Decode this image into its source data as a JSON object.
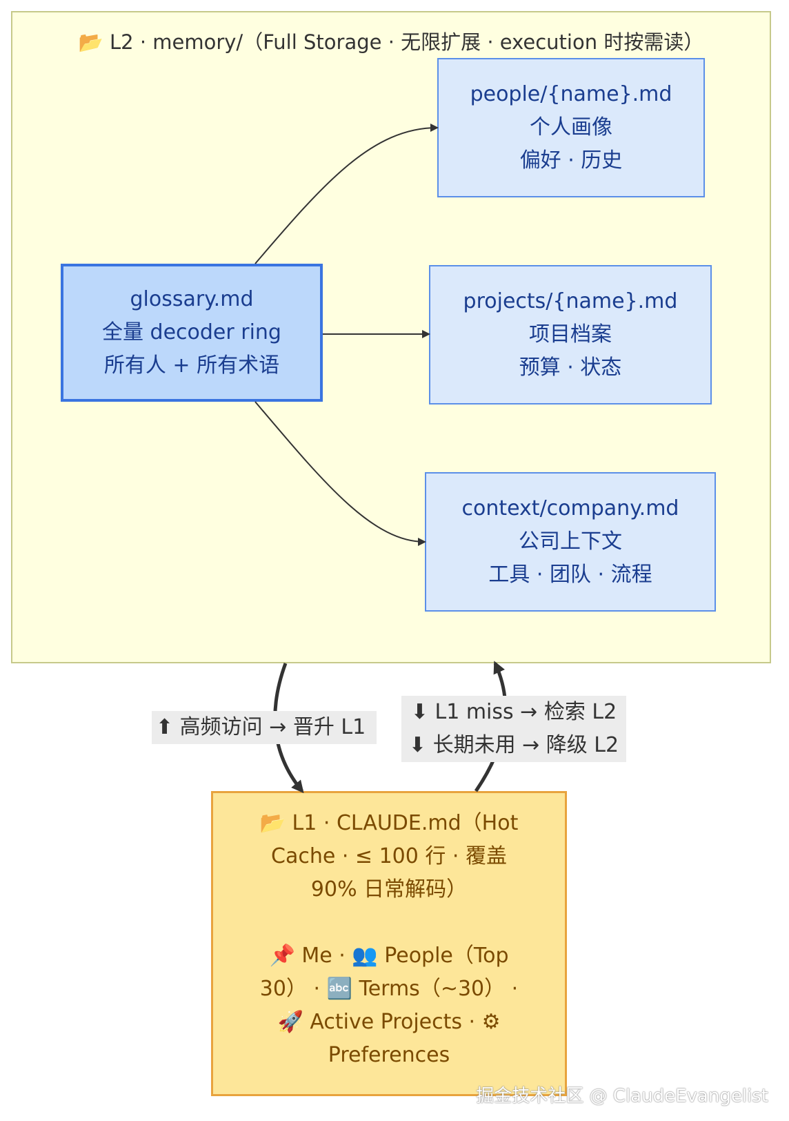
{
  "cluster": {
    "title": "📂 L2 · memory/（Full Storage · 无限扩展 · execution 时按需读）"
  },
  "nodes": {
    "glossary": {
      "line1": "glossary.md",
      "line2": "全量 decoder ring",
      "line3": "所有人 + 所有术语"
    },
    "people": {
      "line1": "people/{name}.md",
      "line2": "个人画像",
      "line3": "偏好 · 历史"
    },
    "projects": {
      "line1": "projects/{name}.md",
      "line2": "项目档案",
      "line3": "预算 · 状态"
    },
    "context": {
      "line1": "context/company.md",
      "line2": "公司上下文",
      "line3": "工具 · 团队 · 流程"
    },
    "l1": {
      "lines": [
        "📂 L1 · CLAUDE.md（Hot",
        "Cache · ≤ 100 行 · 覆盖",
        "90% 日常解码）",
        "",
        "📌 Me · 👥 People（Top",
        "30） · 🔤 Terms（~30） ·",
        "🚀 Active Projects · ⚙",
        "Preferences"
      ]
    }
  },
  "edge_labels": {
    "promote": "⬆ 高频访问 → 晋升 L1",
    "miss": "⬇ L1 miss → 检索 L2",
    "demote": "⬇ 长期未用 → 降级 L2"
  },
  "watermark": "掘金技术社区 @ ClaudeEvangelist",
  "colors": {
    "cluster_fill": "#ffffe0",
    "node_fill": "#dbe9fb",
    "node_border": "#5b8fe8",
    "main_node_fill": "#bcd8fb",
    "l1_fill": "#fde699",
    "l1_border": "#e8a33d",
    "edge": "#333333"
  }
}
